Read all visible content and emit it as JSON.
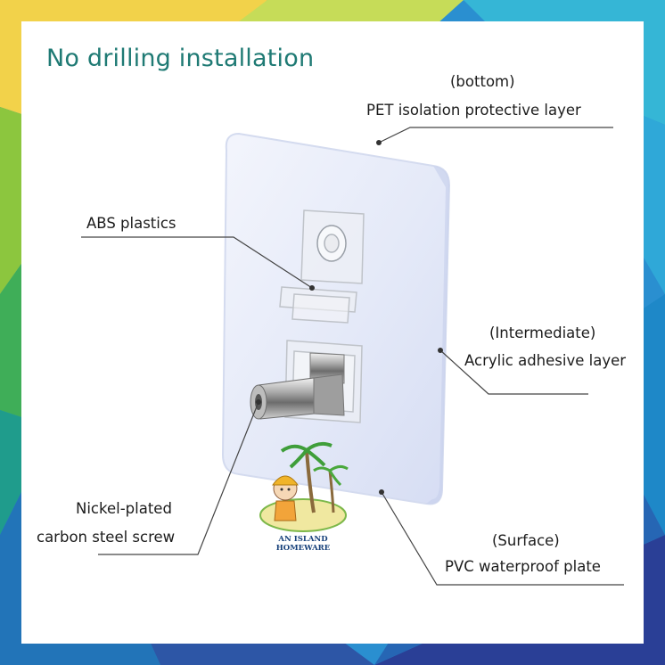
{
  "title": "No drilling installation",
  "labels": {
    "bottom_tag": "(bottom)",
    "bottom_name": "PET isolation protective layer",
    "abs": "ABS plastics",
    "intermediate_tag": "(Intermediate)",
    "intermediate_name": "Acrylic adhesive layer",
    "screw_line1": "Nickel-plated",
    "screw_line2": "carbon steel screw",
    "surface_tag": "(Surface)",
    "surface_name": "PVC waterproof plate"
  },
  "logo": {
    "line1": "AN ISLAND",
    "line2": "HOMEWARE"
  },
  "colors": {
    "title": "#1f7a74",
    "plate": "#e6ebf8",
    "leader": "#444444",
    "brand": "#16407a"
  }
}
